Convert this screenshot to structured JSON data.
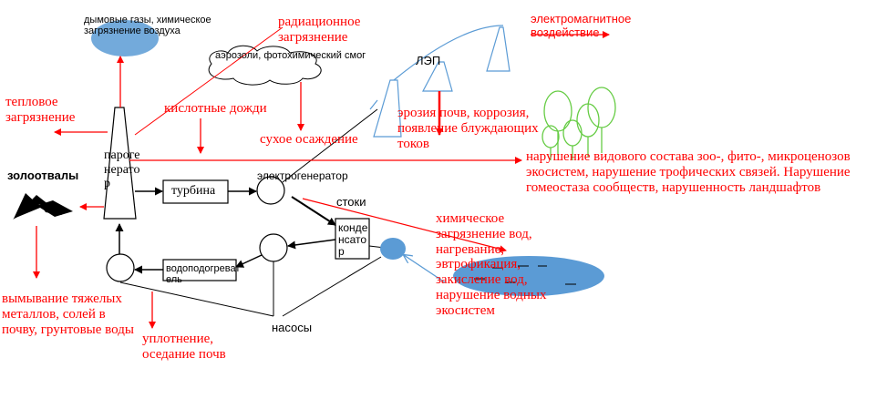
{
  "labels": {
    "flue_gases": "дымовые газы, химическое загрязнение воздуха",
    "aerosols": "аэрозоли, фотохимический смог",
    "radiation": "радиационное загрязнение",
    "thermal": "тепловое загрязнение",
    "acid_rain": "кислотные дожди",
    "dry_deposition": "сухое осаждение",
    "power_line": "ЛЭП",
    "em_impact": "электромагнитное воздействие",
    "soil_erosion": "эрозия почв, коррозия, появление блуждающих токов",
    "species_change": "нарушение видового состава зоо-, фито-, микроценозов экосистем, нарушение трофических связей. Нарушение гомеостаза сообществ, нарушенность ландшафтов",
    "steam_generator": "парогенератор",
    "turbine": "турбина",
    "electrogenerator": "электрогенератор",
    "ash_dumps": "золоотвалы",
    "effluents": "стоки",
    "condenser": "конденсатор",
    "water_chem": "химическое загрязнение вод, нагревание, эвтрофикация, закисление вод, нарушение водных экосистем",
    "heavy_metals": "вымывание тяжелых металлов, солей в почву, грунтовые воды",
    "water_heater": "водоподогреватель",
    "pumps": "насосы",
    "compaction": "уплотнение, оседание почв"
  },
  "colors": {
    "effect_text": "#ff0000",
    "structure_text": "#000000",
    "smoke_cloud": "#5b9bd5",
    "lake": "#5b9bd5",
    "tower_outline": "#5b9bd5",
    "trees": "#66cc44"
  }
}
